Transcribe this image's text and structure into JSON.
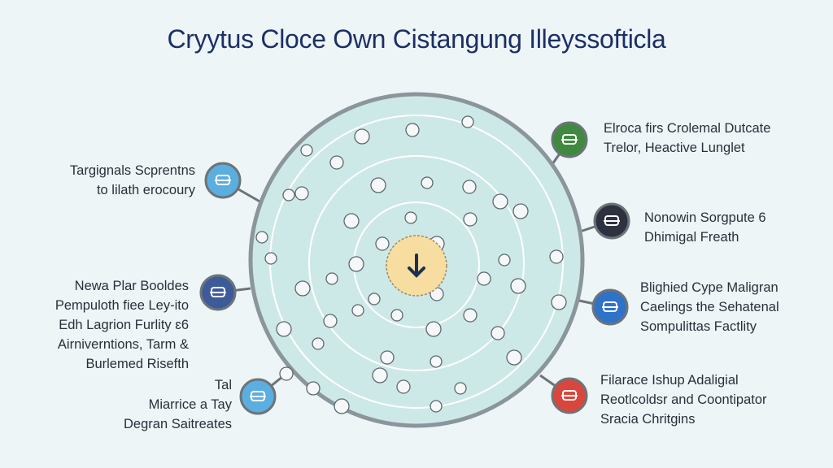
{
  "title": "Cryytus Cloce Own Cistangung Illeyssofticla",
  "colors": {
    "background": "#eef5f7",
    "circle": "#cde9e7",
    "center": "#f7dea0",
    "title": "#1c2f66"
  },
  "center_icon": "arrow-down-icon",
  "nodes": [
    {
      "side": "left",
      "icon": "dolphin-icon",
      "color": "#5aaee0",
      "lines": [
        "Targignals Scprentns",
        "to lilath erocoury"
      ]
    },
    {
      "side": "left",
      "icon": "graduation-cap-icon",
      "color": "#3d5a9a",
      "lines": [
        "Newa Plar Booldes",
        "Pempuloth fiee Ley-ito",
        "Edh Lagrion Furlity ɛ6",
        "Airniverntions, Tarm &",
        "Burlemed Risefth"
      ]
    },
    {
      "side": "left",
      "icon": "chat-icon",
      "color": "#5aaee0",
      "lines": [
        "Tal",
        "Miarrice a Tay",
        "Degran Saitreates"
      ]
    },
    {
      "side": "right",
      "icon": "pen-icon",
      "color": "#3f8a3f",
      "lines": [
        "Elroca firs Crolemal Dutcate",
        "Trelor, Heactive Lunglet"
      ]
    },
    {
      "side": "right",
      "icon": "hat-icon",
      "color": "#2e3240",
      "lines": [
        "Nonowin Sorgpute 6",
        "Dhimigal Freath"
      ]
    },
    {
      "side": "right",
      "icon": "ship-icon",
      "color": "#2f73c8",
      "lines": [
        "Blighied Cype Maligran",
        "Caelings the Sehatenal",
        "Sompulittas Factlity"
      ]
    },
    {
      "side": "right",
      "icon": "card-icon",
      "color": "#d9463d",
      "lines": [
        "Filarace Ishup Adaligial",
        "Reotlcoldsr and Coontipator",
        "Sracia Chritgins"
      ]
    }
  ]
}
